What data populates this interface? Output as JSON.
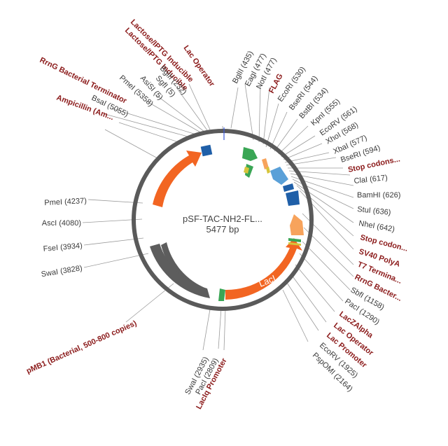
{
  "plasmid": {
    "name": "pSF-TAC-NH2-FL...",
    "size": "5477 bp"
  },
  "colors": {
    "backbone": "#5a5a5a",
    "feature_label": "#8b1a1a",
    "site_label": "#3a3a3a",
    "orange": "#f26522",
    "gray": "#5d5d5d",
    "green": "#3aa655",
    "blue": "#1f5fa8",
    "lightblue": "#5aa0d8",
    "peach": "#f7a35c",
    "yellow": "#d6c43a"
  },
  "features": [
    {
      "name": "Ampicillin (Am...",
      "kind": "feature"
    },
    {
      "name": "pMB1 (Bacterial, 500-800 copies)",
      "kind": "feature"
    },
    {
      "name": "LacI",
      "kind": "feature"
    },
    {
      "name": "LacIq Promoter",
      "kind": "feature"
    },
    {
      "name": "RrnG Bacterial Terminator",
      "kind": "feature"
    },
    {
      "name": "Lactose/IPTG Inducible",
      "kind": "feature"
    },
    {
      "name": "Lactose/IPTG Inducible",
      "kind": "feature"
    },
    {
      "name": "Lac Operator",
      "kind": "feature"
    },
    {
      "name": "FLAG",
      "kind": "feature"
    },
    {
      "name": "Stop codons...",
      "kind": "feature"
    },
    {
      "name": "Stop codon...",
      "kind": "feature"
    },
    {
      "name": "SV40 PolyA",
      "kind": "feature"
    },
    {
      "name": "T7 Termina...",
      "kind": "feature"
    },
    {
      "name": "RrnG Bacter...",
      "kind": "feature"
    },
    {
      "name": "LacZAlpha",
      "kind": "feature"
    },
    {
      "name": "Lac Operator",
      "kind": "feature"
    },
    {
      "name": "Lac Promoter",
      "kind": "feature"
    }
  ],
  "sites": [
    "BglII (435)",
    "EagI (477)",
    "NotI (477)",
    "EcoRI (530)",
    "BseRI (544)",
    "BstBI (534)",
    "KpnI (555)",
    "EcoRV (561)",
    "XhoI (568)",
    "XbaI (577)",
    "BseRI (594)",
    "ClaI (617)",
    "BamHI (626)",
    "StuI (636)",
    "NheI (642)",
    "SbfI (1158)",
    "PacI (1290)",
    "EcoRV (1925)",
    "PspOMI (2164)",
    "SwaI (2935)",
    "PacI (2809)",
    "SwaI (3828)",
    "FseI (3934)",
    "AscI (4080)",
    "PmeI (4237)",
    "BsaI (5055)",
    "PmeI (5358)",
    "AsiSI (5)",
    "SgfI (5)",
    "BglII (232)"
  ]
}
